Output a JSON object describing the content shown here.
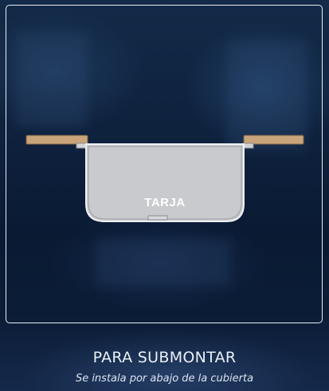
{
  "panel": {
    "sink_label": "TARJA"
  },
  "caption": {
    "title": "PARA SUBMONTAR",
    "subtitle": "Se instala por abajo de la cubierta"
  },
  "colors": {
    "countertop_wood": "#c9a47a",
    "sink_body": "#c7c9cc",
    "frame_border": "#e8eef6",
    "background": "#0e213d"
  },
  "icons": {
    "illustration": "undermount-sink-icon"
  }
}
